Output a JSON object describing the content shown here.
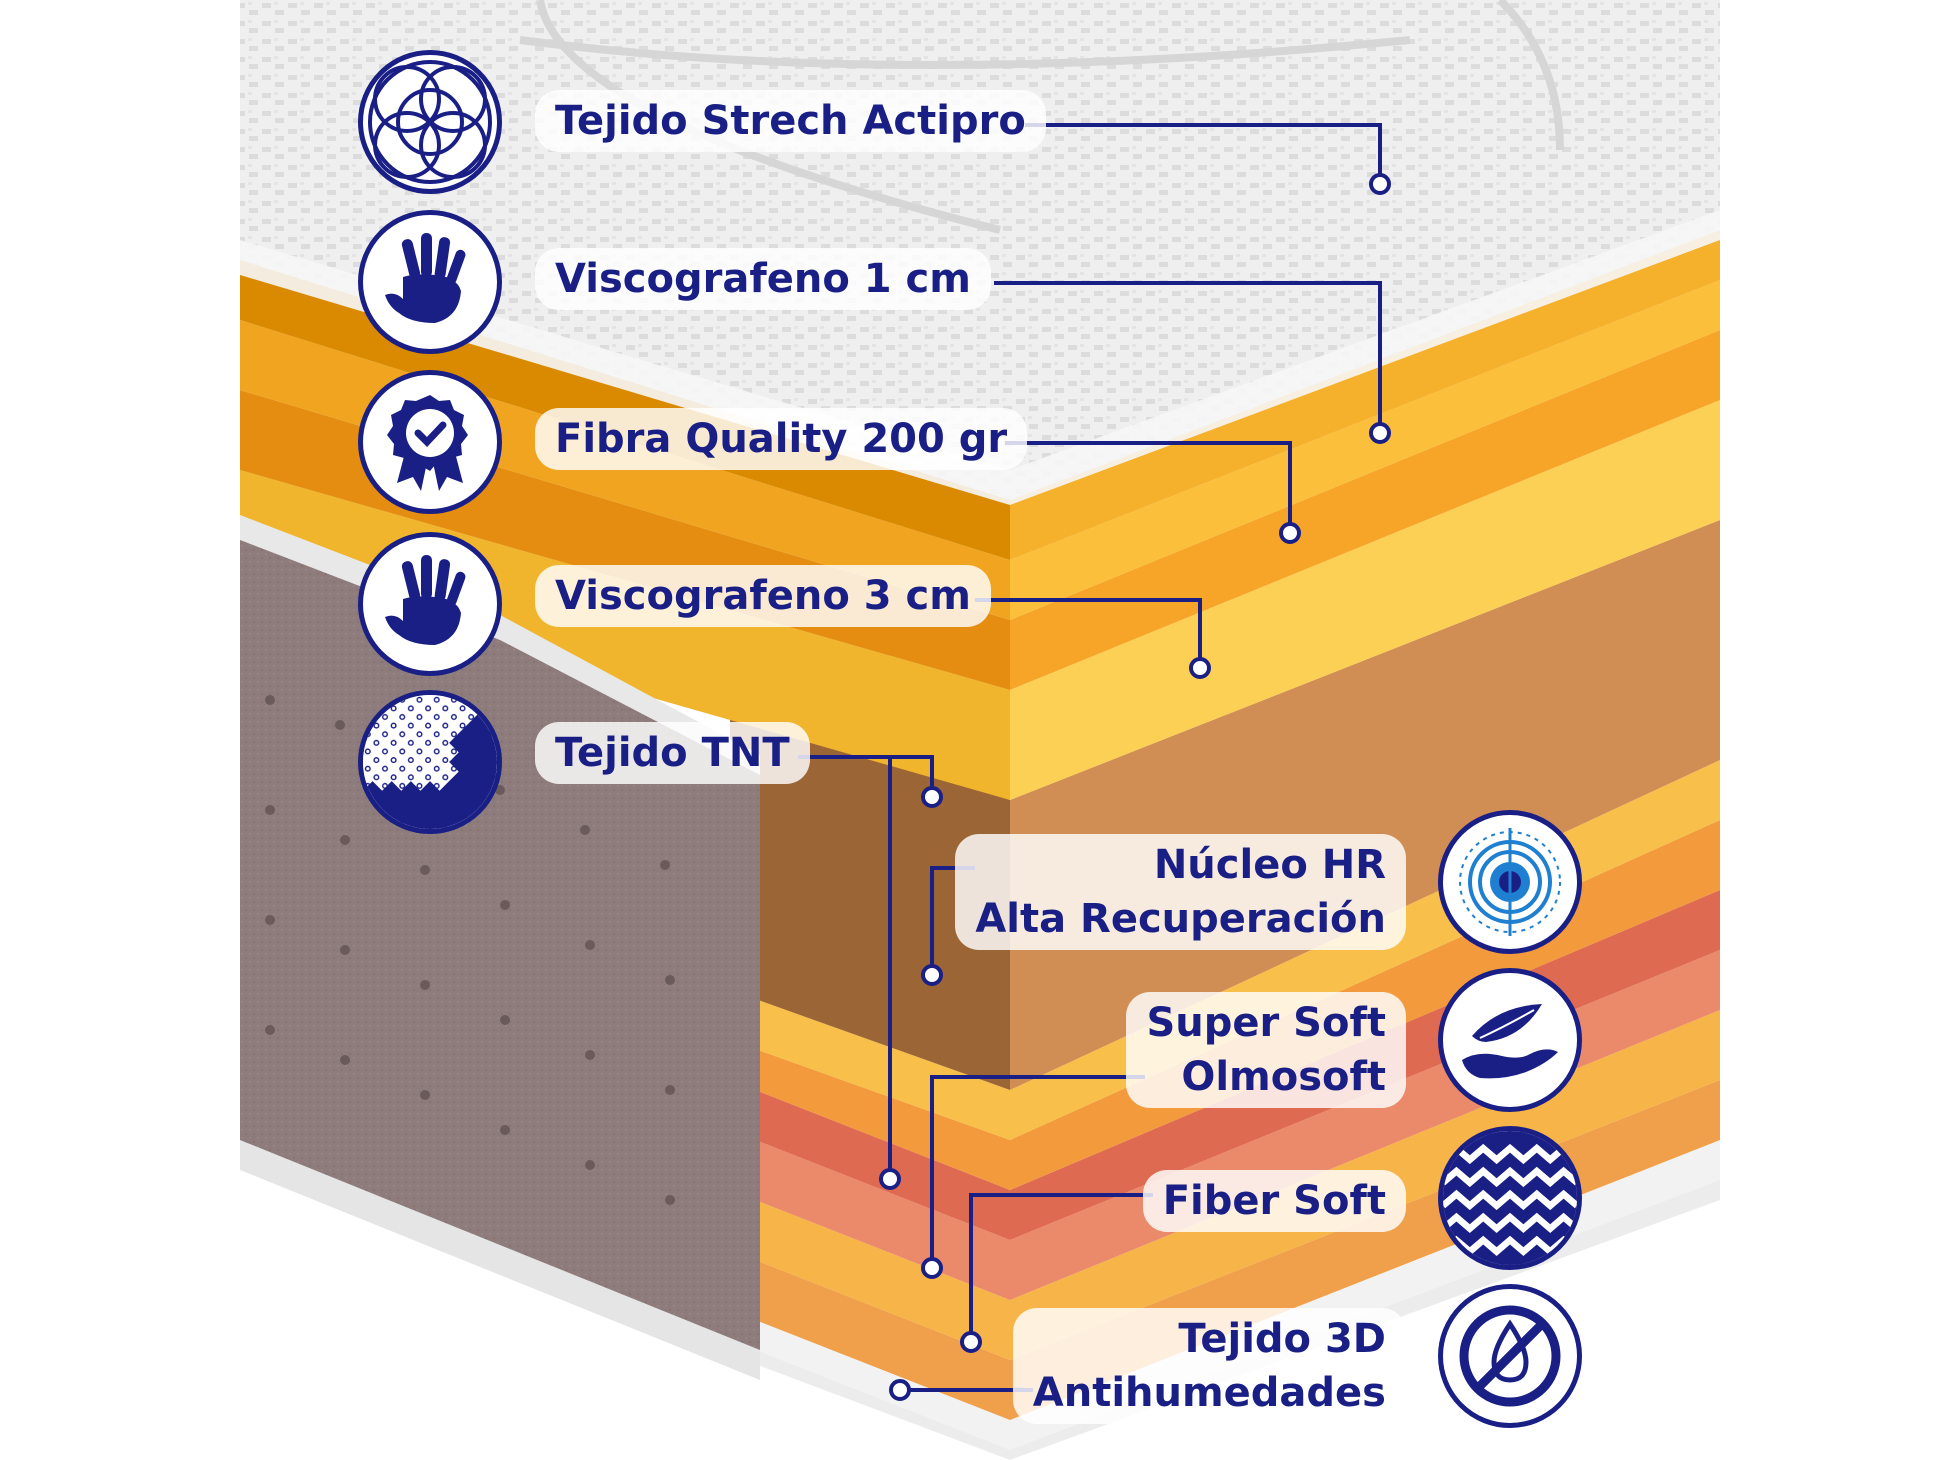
{
  "colors": {
    "navy": "#1a1f86",
    "label_bg": "#ffffff",
    "cover_fabric": "#eeeeee",
    "side_fabric": "#8c7b7a",
    "foam_orange_dark": "#e59400",
    "foam_orange": "#f6ad2c",
    "foam_yellow": "#fbd152",
    "core_brown": "#c98a4f",
    "supersoft_red": "#e06b55",
    "fibersoft_orange": "#f4a03a"
  },
  "layers": [
    {
      "id": "tejido-strech",
      "label": "Tejido Strech Actipro",
      "icon": "circles-pattern-icon"
    },
    {
      "id": "viscografeno-1",
      "label": "Viscografeno 1 cm",
      "icon": "hand-icon"
    },
    {
      "id": "fibra-quality",
      "label": "Fibra Quality 200 gr",
      "icon": "quality-badge-icon"
    },
    {
      "id": "viscografeno-3",
      "label": "Viscografeno 3 cm",
      "icon": "hand-icon"
    },
    {
      "id": "tejido-tnt",
      "label": "Tejido TNT",
      "icon": "dotted-fabric-icon"
    },
    {
      "id": "nucleo-hr",
      "label_lines": [
        "Núcleo HR",
        "Alta Recuperación"
      ],
      "icon": "target-circles-icon"
    },
    {
      "id": "super-soft",
      "label_lines": [
        "Super Soft",
        "Olmosoft"
      ],
      "icon": "leaf-hand-icon"
    },
    {
      "id": "fiber-soft",
      "label": "Fiber Soft",
      "icon": "zigzag-icon"
    },
    {
      "id": "tejido-3d",
      "label_lines": [
        "Tejido 3D",
        "Antihumedades"
      ],
      "icon": "no-moisture-icon"
    }
  ]
}
